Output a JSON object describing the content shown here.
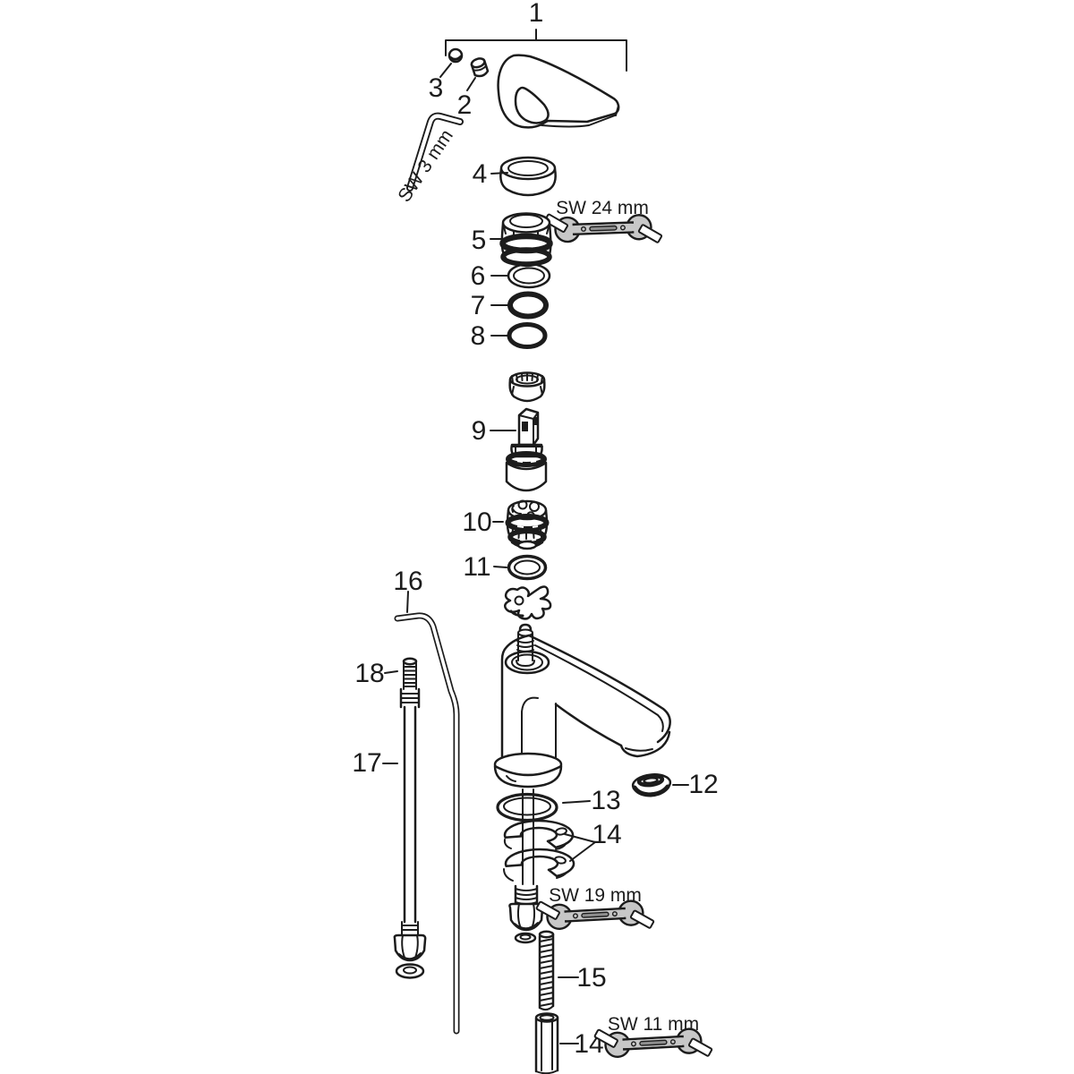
{
  "colors": {
    "ink": "#1c1c1c",
    "tool_gray": "#c7c7c7",
    "slot_gray": "#8f8f8f",
    "background": "#ffffff"
  },
  "callouts": {
    "n1": "1",
    "n2": "2",
    "n3": "3",
    "n4": "4",
    "n5": "5",
    "n6": "6",
    "n7": "7",
    "n8": "8",
    "n9": "9",
    "n10": "10",
    "n11": "11",
    "n12": "12",
    "n13": "13",
    "n14_plates": "14",
    "n14_sleeve": "14",
    "n15": "15",
    "n16": "16",
    "n17": "17",
    "n18": "18"
  },
  "tools": {
    "allen_key_label": "SW 3 mm",
    "wrench_top_label": "SW 24 mm",
    "wrench_mid_label": "SW 19 mm",
    "wrench_bottom_label": "SW 11 mm"
  }
}
